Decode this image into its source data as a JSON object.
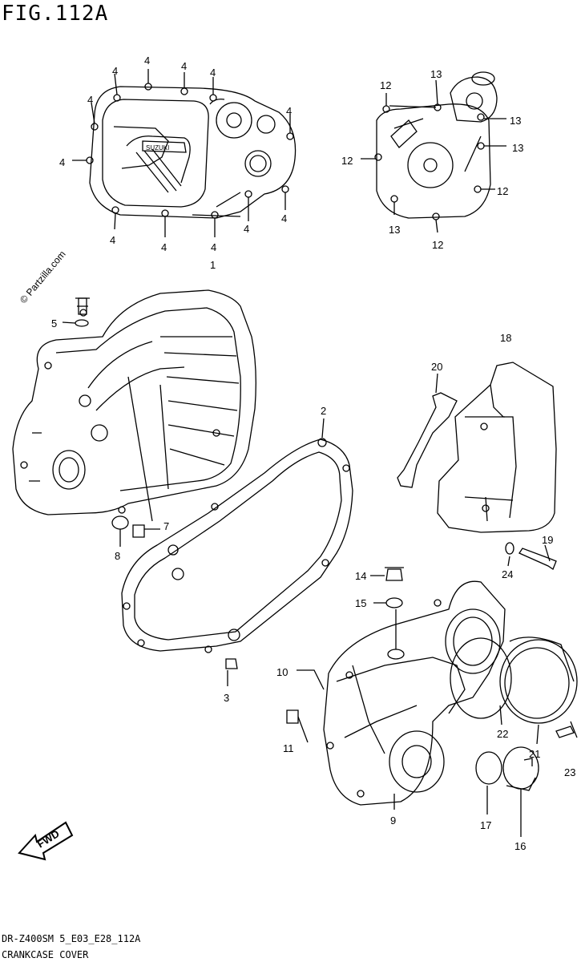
{
  "figure": {
    "title": "FIG.112A",
    "model_code": "DR-Z400SM 5_E03_E28_112A",
    "section_title": "CRANKCASE COVER",
    "watermark": "© Partzilla.com",
    "brand_text": "SUZUKI",
    "fwd_label": "FWD"
  },
  "callouts": [
    {
      "id": "4",
      "label": "4"
    },
    {
      "id": "4",
      "label": "4"
    },
    {
      "id": "4",
      "label": "4"
    },
    {
      "id": "4",
      "label": "4"
    },
    {
      "id": "4",
      "label": "4"
    },
    {
      "id": "4",
      "label": "4"
    },
    {
      "id": "4",
      "label": "4"
    },
    {
      "id": "4",
      "label": "4"
    },
    {
      "id": "4",
      "label": "4"
    },
    {
      "id": "4",
      "label": "4"
    },
    {
      "id": "4",
      "label": "4"
    },
    {
      "id": "4",
      "label": "4"
    },
    {
      "id": "1",
      "label": "1"
    },
    {
      "id": "12",
      "label": "12"
    },
    {
      "id": "13",
      "label": "13"
    },
    {
      "id": "13",
      "label": "13"
    },
    {
      "id": "13",
      "label": "13"
    },
    {
      "id": "12",
      "label": "12"
    },
    {
      "id": "12",
      "label": "12"
    },
    {
      "id": "13",
      "label": "13"
    },
    {
      "id": "12",
      "label": "12"
    },
    {
      "id": "5",
      "label": "5"
    },
    {
      "id": "7",
      "label": "7"
    },
    {
      "id": "8",
      "label": "8"
    },
    {
      "id": "2",
      "label": "2"
    },
    {
      "id": "3",
      "label": "3"
    },
    {
      "id": "18",
      "label": "18"
    },
    {
      "id": "20",
      "label": "20"
    },
    {
      "id": "19",
      "label": "19"
    },
    {
      "id": "24",
      "label": "24"
    },
    {
      "id": "14",
      "label": "14"
    },
    {
      "id": "15",
      "label": "15"
    },
    {
      "id": "10",
      "label": "10"
    },
    {
      "id": "22",
      "label": "22"
    },
    {
      "id": "21",
      "label": "21"
    },
    {
      "id": "23",
      "label": "23"
    },
    {
      "id": "11",
      "label": "11"
    },
    {
      "id": "17",
      "label": "17"
    },
    {
      "id": "16",
      "label": "16"
    },
    {
      "id": "9",
      "label": "9"
    }
  ]
}
